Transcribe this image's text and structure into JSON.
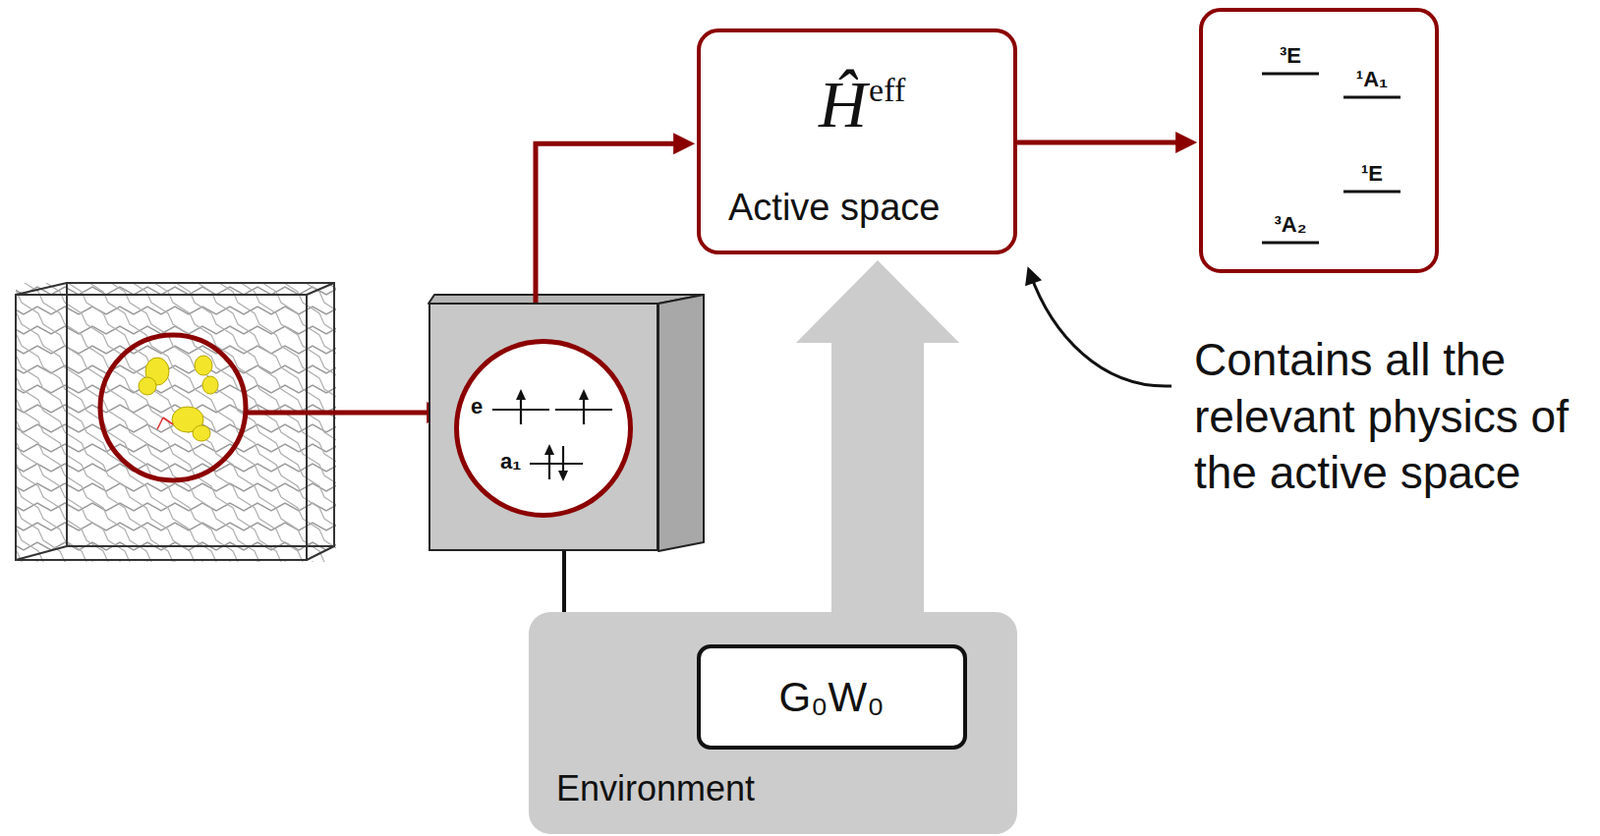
{
  "diagram": {
    "nodes": [
      {
        "text": []
      },
      {
        "text": [
          "e",
          "a₁"
        ],
        "in": 0
      },
      {
        "text": [
          "Ĥ",
          "eff",
          "Active space"
        ]
      },
      {
        "text": [
          "³E",
          "¹A₁",
          "¹E",
          "³A₂"
        ]
      },
      {
        "text": [
          "Environment"
        ]
      },
      {
        "text": [
          "G₀W₀"
        ],
        "in": 4
      }
    ],
    "edges": [
      {
        "from": 1,
        "to": 2,
        "arrow": "to"
      },
      {
        "from": 2,
        "to": 3,
        "arrow": "to"
      },
      {
        "from": 0,
        "to": 5,
        "arrow": "to"
      },
      {
        "from": 4,
        "to": 2,
        "arrow": "to"
      }
    ],
    "labels": [
      "Contains all the relevant physics of the active space"
    ]
  }
}
